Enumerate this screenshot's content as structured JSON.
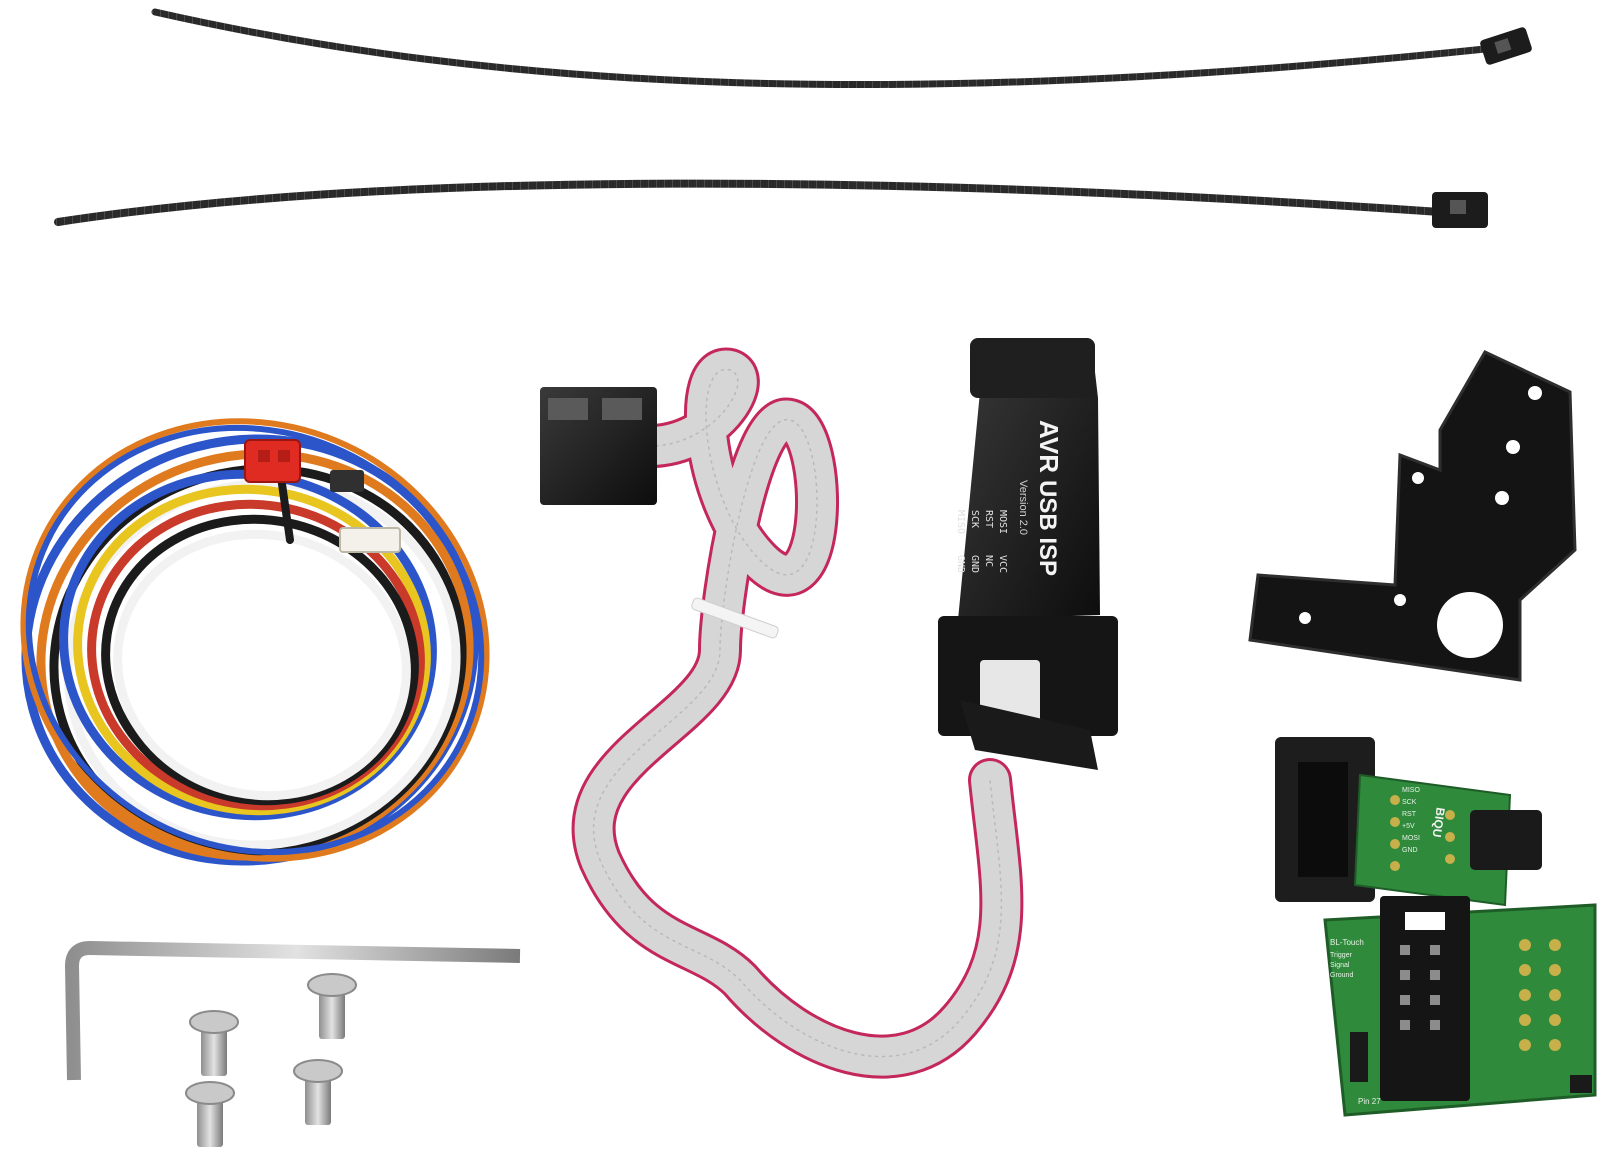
{
  "image": {
    "background": "#ffffff"
  },
  "programmer": {
    "brand_mark": "AVR",
    "label": "USB ISP",
    "version": "Version 2.0",
    "pins_left": [
      "MOSI",
      "RST",
      "SCK",
      "MISO"
    ],
    "pins_right": [
      "VCC",
      "NC",
      "GND",
      "GND"
    ]
  },
  "adapter_board": {
    "brand": "BIQU",
    "pin_labels": [
      "MISO",
      "SCK",
      "RST",
      "+5V",
      "MOSI",
      "GND"
    ]
  },
  "sensor_board": {
    "label_top": "BL-Touch",
    "label_lines": [
      "Trigger",
      "Signal",
      "Ground"
    ],
    "footer": "Pin 27"
  },
  "colors": {
    "ribbon_edge": "#c4275a",
    "ribbon_body": "#d6d6d6",
    "pcb_green": "#2f8a3b",
    "wire_colors": [
      "#2b55c9",
      "#e07a1e",
      "#1b1b1b",
      "#f2f2f2",
      "#c93a2a",
      "#e8c51f"
    ]
  }
}
